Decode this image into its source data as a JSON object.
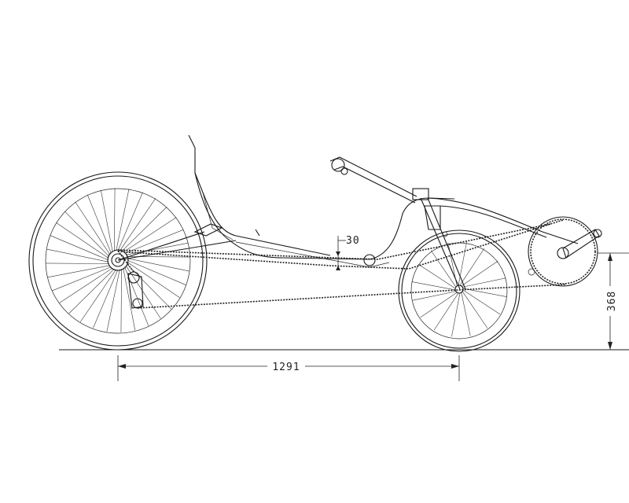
{
  "dimensions": {
    "wheelbase": "1291",
    "seat_height": "368",
    "clearance": "30"
  }
}
